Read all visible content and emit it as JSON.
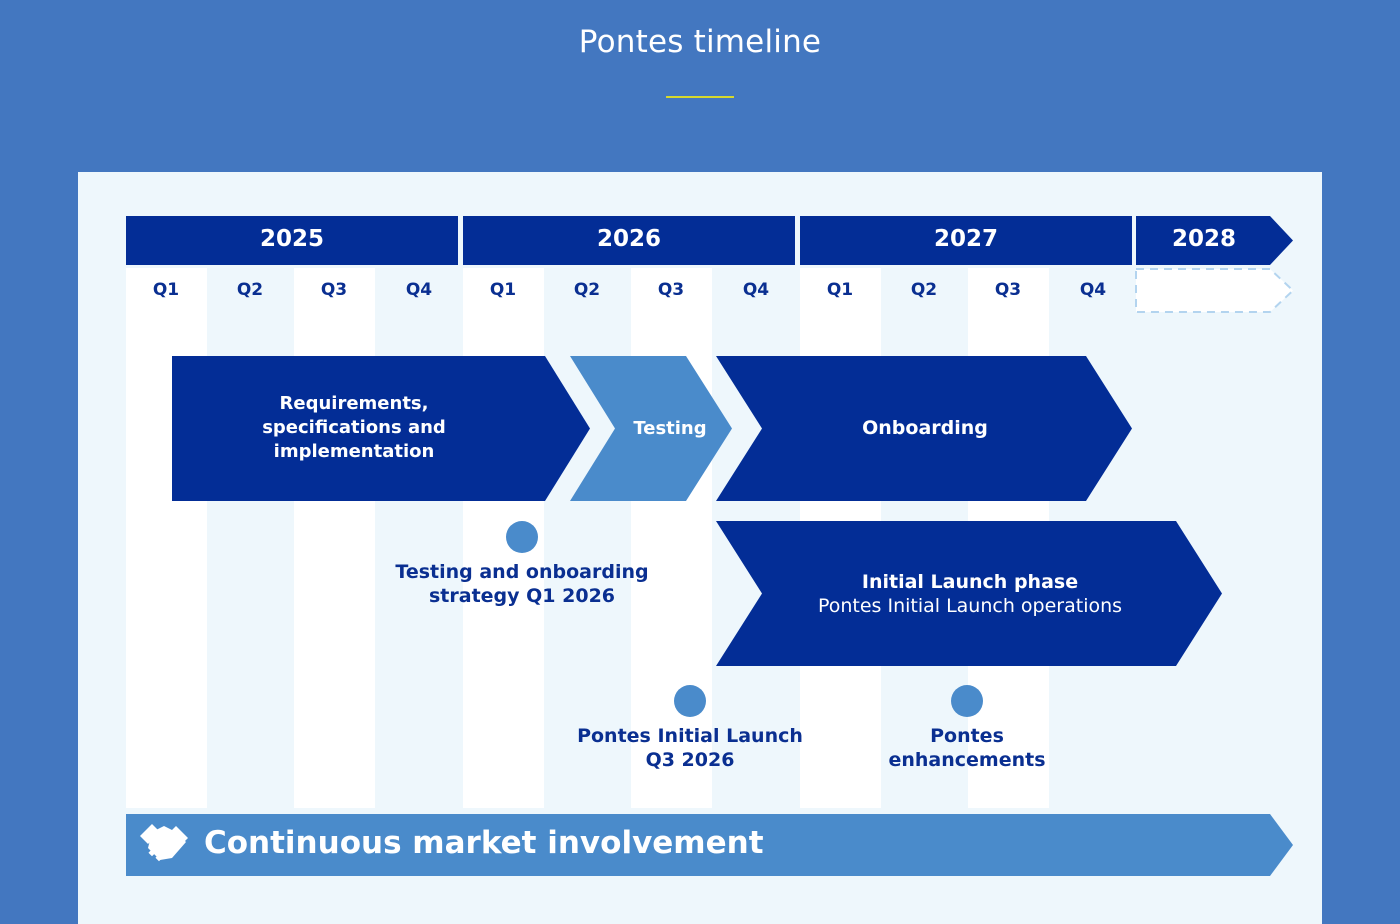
{
  "title": "Pontes timeline",
  "years": [
    "2025",
    "2026",
    "2027",
    "2028"
  ],
  "quarters": [
    "Q1",
    "Q2",
    "Q3",
    "Q4",
    "Q1",
    "Q2",
    "Q3",
    "Q4",
    "Q1",
    "Q2",
    "Q3",
    "Q4"
  ],
  "phases": {
    "requirements": "Requirements, specifications and implementation",
    "testing": "Testing",
    "onboarding": "Onboarding",
    "initial_launch_title": "Initial Launch phase",
    "initial_launch_sub": "Pontes Initial Launch operations"
  },
  "milestones": {
    "strategy": "Testing and onboarding strategy Q1 2026",
    "launch": "Pontes Initial Launch Q3 2026",
    "enhancements": "Pontes enhancements"
  },
  "continuous": "Continuous market involvement",
  "icons": {
    "continuous": "handshake-icon",
    "milestone": "circle-marker-icon"
  },
  "colors": {
    "background": "#4377c0",
    "panel": "#eef7fc",
    "dark_blue": "#032d96",
    "light_blue": "#4a8bcb",
    "accent_line": "#d6d92c"
  }
}
